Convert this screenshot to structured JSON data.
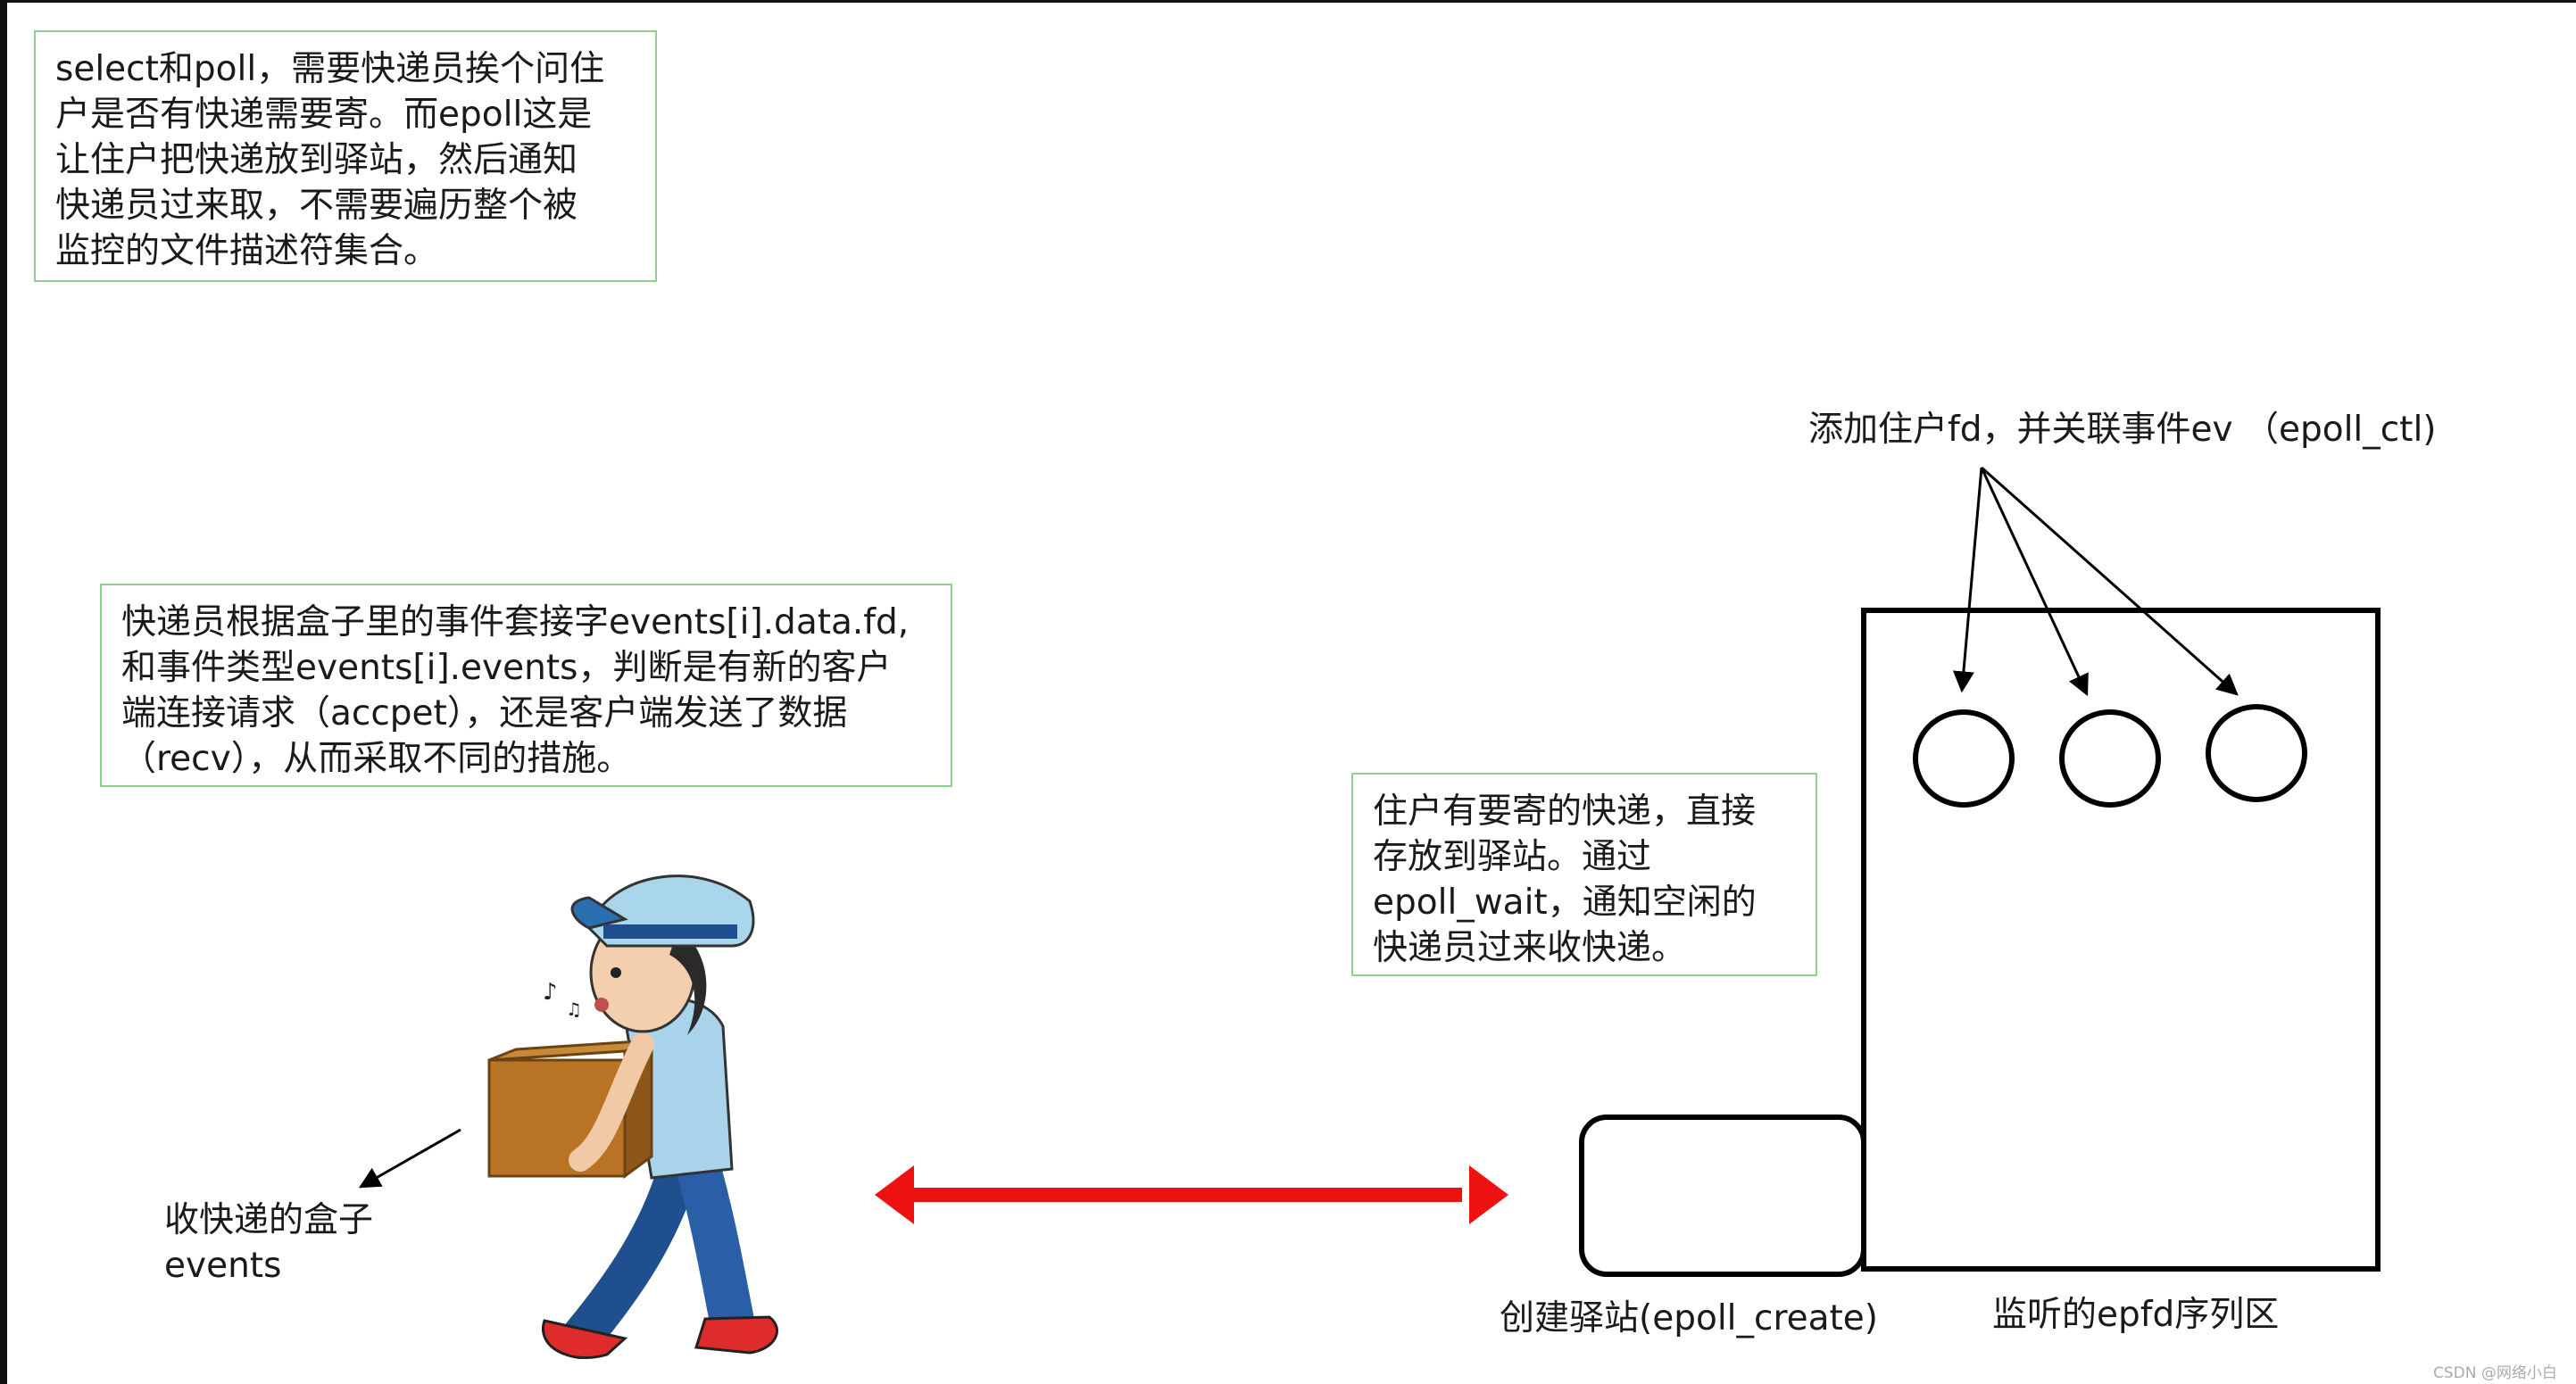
{
  "notes": {
    "top_left": "select和poll，需要快递员挨个问住\n户是否有快递需要寄。而epoll这是\n让住户把快递放到驿站，然后通知\n快递员过来取，不需要遍历整个被\n监控的文件描述符集合。",
    "courier": "快递员根据盒子里的事件套接字events[i].data.fd,\n和事件类型events[i].events，判断是有新的客户\n端连接请求（accpet），还是客户端发送了数据\n（recv），从而采取不同的措施。",
    "resident": "住户有要寄的快递，直接\n存放到驿站。通过\nepoll_wait，通知空闲的\n快递员过来收快递。"
  },
  "labels": {
    "add_fd": "添加住户fd，并关联事件ev （epoll_ctl)",
    "box": "收快递的盒子\nevents",
    "create": "创建驿站(epoll_create)",
    "listen": "监听的epfd序列区",
    "watermark": "CSDN @网络小白"
  },
  "colors": {
    "note_border": "#8fcf8f",
    "arrow_red": "#ee1111",
    "line_black": "#000000"
  }
}
